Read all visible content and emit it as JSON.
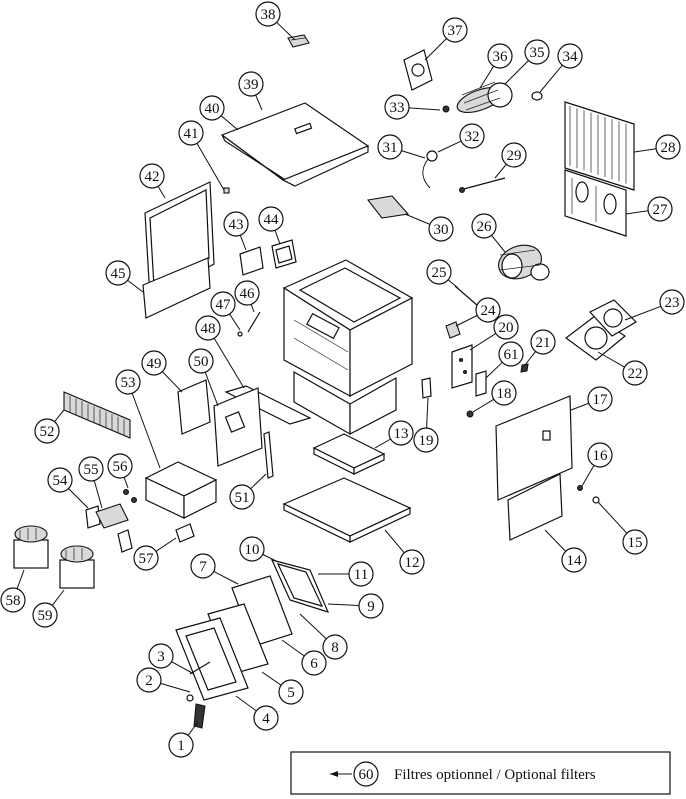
{
  "legend": {
    "number": "60",
    "text": "Filtres optionnel / Optional filters"
  },
  "callouts": [
    "1",
    "2",
    "3",
    "4",
    "5",
    "6",
    "7",
    "8",
    "9",
    "10",
    "11",
    "12",
    "13",
    "14",
    "15",
    "16",
    "17",
    "18",
    "19",
    "20",
    "21",
    "22",
    "23",
    "24",
    "25",
    "26",
    "27",
    "28",
    "29",
    "30",
    "31",
    "32",
    "33",
    "34",
    "35",
    "36",
    "37",
    "38",
    "39",
    "40",
    "41",
    "42",
    "43",
    "44",
    "45",
    "46",
    "47",
    "48",
    "49",
    "50",
    "51",
    "52",
    "53",
    "54",
    "55",
    "56",
    "57",
    "58",
    "59",
    "61"
  ]
}
